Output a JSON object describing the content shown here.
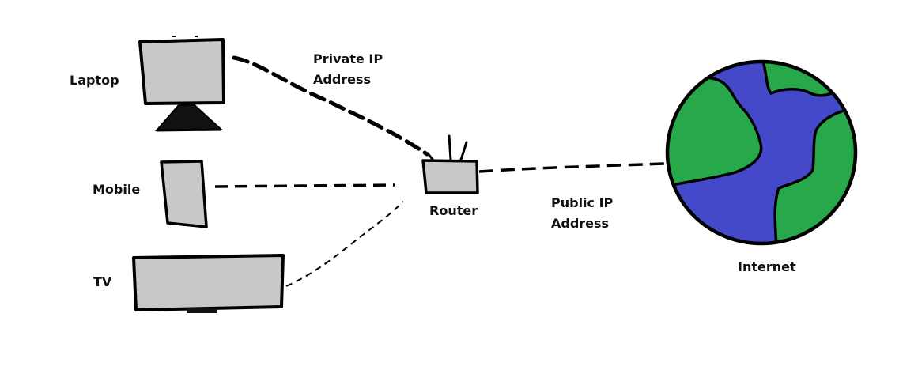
{
  "colors": {
    "device_fill": "#c8c8c8",
    "outline": "#000000",
    "ocean": "#4449c9",
    "land": "#27a84a"
  },
  "devices": {
    "laptop": "Laptop",
    "mobile": "Mobile",
    "tv": "TV",
    "router": "Router"
  },
  "links": {
    "private": "Private IP\nAddress",
    "public": "Public IP\nAddress"
  },
  "internet": "Internet"
}
